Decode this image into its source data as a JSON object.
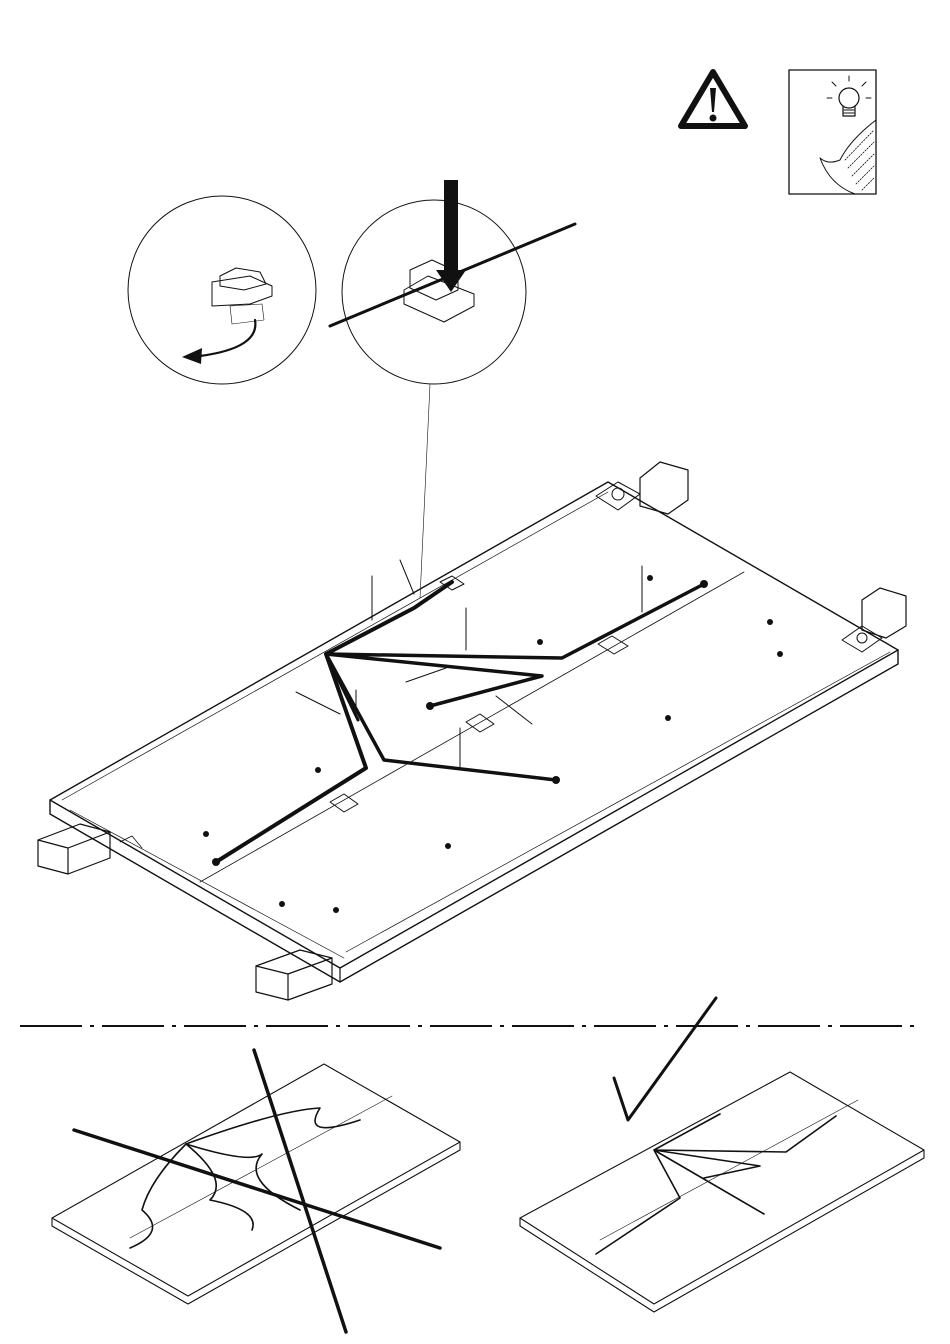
{
  "page": {
    "kind": "assembly-instruction-sheet",
    "text": []
  },
  "icons": {
    "warning": "warning-triangle-icon",
    "tip": "lightbulb-tip-icon",
    "arrow": "down-arrow-icon",
    "correct": "check-mark-icon",
    "wrong": "cross-mark-icon"
  },
  "colors": {
    "line": "#111111",
    "fill_grey": "#bdbdbd",
    "background": "#ffffff"
  },
  "steps": {
    "peel_adhesive_clip": "detail-circle-1",
    "press_clip_over_cable": "detail-circle-2",
    "route_cables_on_panel": "main-drawing",
    "messy_cables": "wrong-example",
    "neat_cables": "correct-example"
  }
}
